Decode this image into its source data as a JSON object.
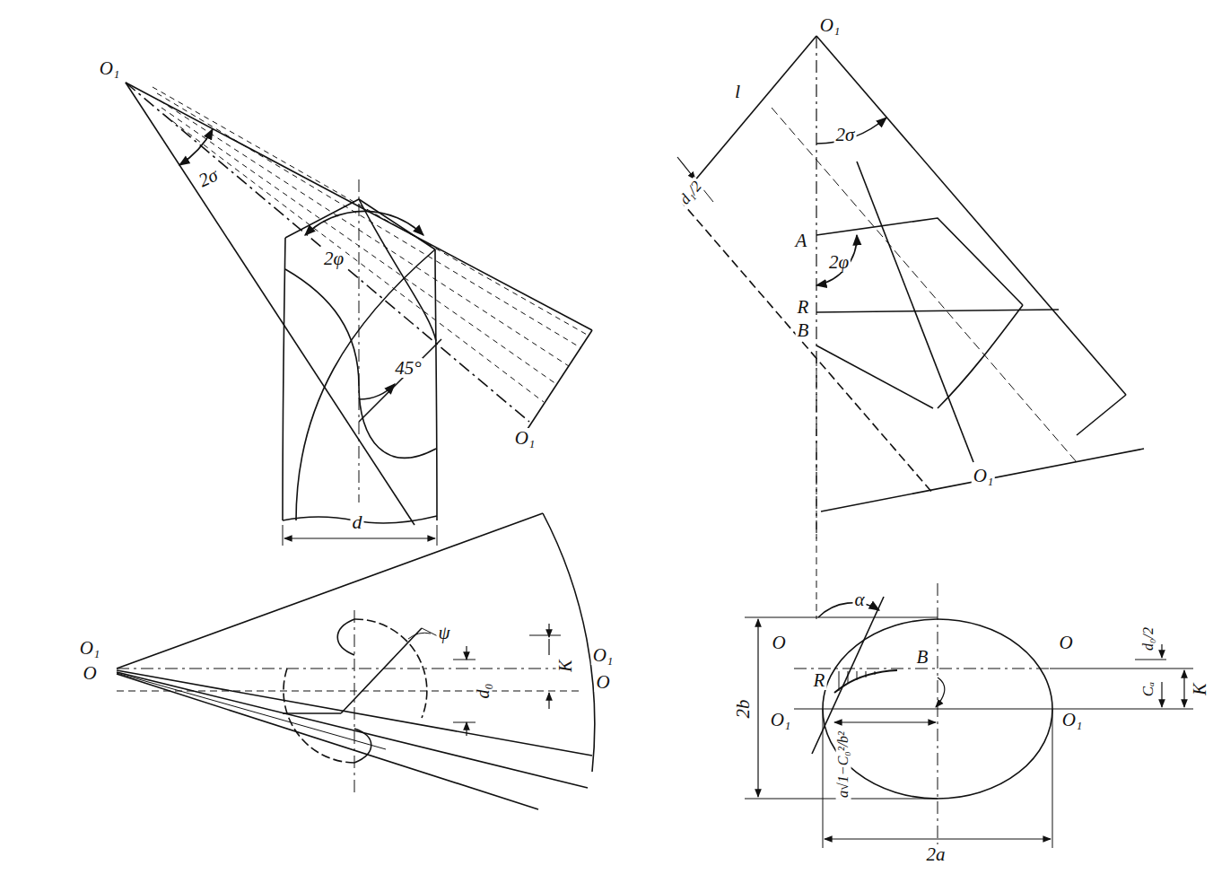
{
  "diagram": {
    "labels": [
      "O₁",
      "2σ",
      "2φ",
      "45°",
      "O₁",
      "d",
      "O₁",
      "O",
      "ψ",
      "d₀",
      "K",
      "O₁",
      "O",
      "O₁",
      "l",
      "d₁/2",
      "2σ",
      "A",
      "2φ",
      "R",
      "B",
      "O₁",
      "α",
      "O",
      "R",
      "B",
      "O",
      "O₁",
      "O₁",
      "2b",
      "d₀/2",
      "Cₐ",
      "K",
      "a√1−C₀²/b²",
      "2a"
    ]
  }
}
